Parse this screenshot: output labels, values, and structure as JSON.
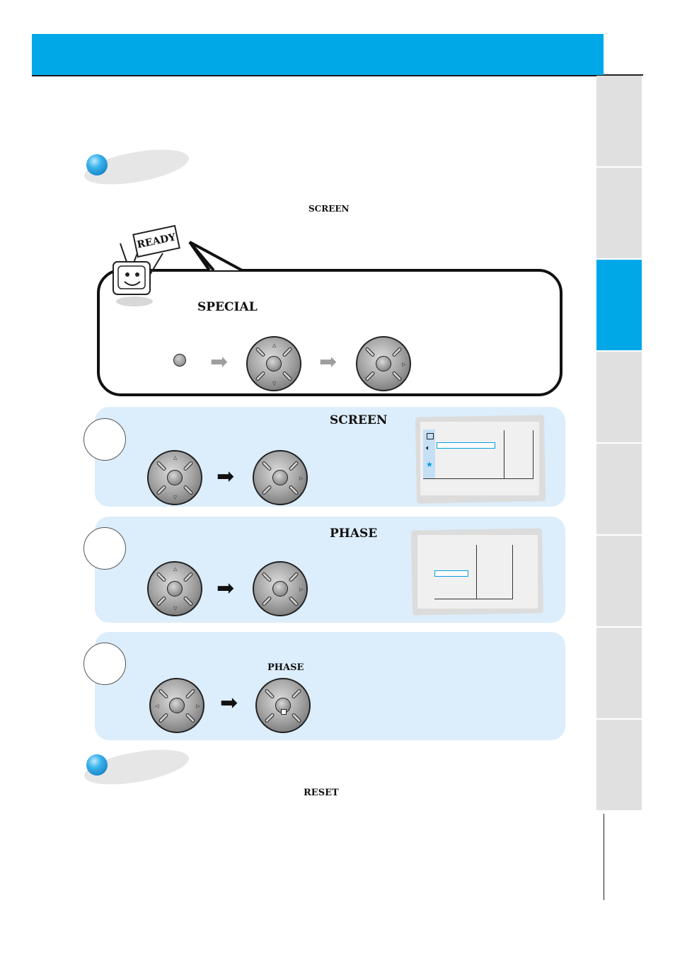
{
  "header": {
    "color": "#00a8e8"
  },
  "section1": {
    "keyword": "SCREEN"
  },
  "callout": {
    "sign": "READY",
    "keyword": "SPECIAL"
  },
  "steps": [
    {
      "keyword": "SCREEN"
    },
    {
      "keyword": "PHASE"
    },
    {
      "keyword": "PHASE"
    }
  ],
  "section2": {
    "keyword": "RESET"
  },
  "icons": [
    "blue-bullet-icon",
    "tv-mascot-icon",
    "joystick-dial-icon",
    "arrow-icon"
  ]
}
